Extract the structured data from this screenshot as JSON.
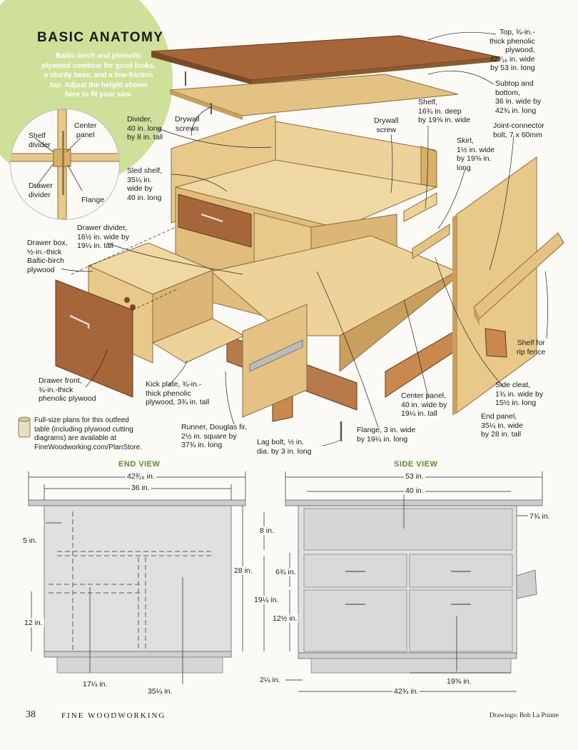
{
  "header": {
    "title": "BASIC ANATOMY",
    "intro": "Baltic-birch and phenolic plywood combine for good looks, a sturdy base, and a low-friction top. Adjust the height shown here to fit your saw."
  },
  "inset": {
    "shelf_divider": [
      "Shelf",
      "divider"
    ],
    "center_panel": [
      "Center",
      "panel"
    ],
    "drawer_divider": [
      "Drawer",
      "divider"
    ],
    "flange": "Flange"
  },
  "callouts": {
    "top": [
      "Top, ¾-in.-",
      "thick phenolic",
      "plywood,",
      "42³⁄₁₆ in. wide",
      "by 53 in. long"
    ],
    "subtop": [
      "Subtop and",
      "bottom,",
      "36 in. wide by",
      "42¾ in. long"
    ],
    "shelf": [
      "Shelf,",
      "16¾ in. deep",
      "by 19⅝ in. wide"
    ],
    "drywall_screw": [
      "Drywall",
      "screw"
    ],
    "drywall_screws": [
      "Drywall",
      "screws"
    ],
    "divider": [
      "Divider,",
      "40 in. long",
      "by 8 in. tall"
    ],
    "joint_connector": [
      "Joint-connector",
      "bolt, 7 x 60mm"
    ],
    "skirt": [
      "Skirt,",
      "1½ in. wide",
      "by 19⅝ in.",
      "long"
    ],
    "sled_shelf": [
      "Sled shelf,",
      "35¼ in.",
      "wide by",
      "40 in. long"
    ],
    "drawer_divider": [
      "Drawer divider,",
      "16½ in. wide by",
      "19¼ in. tall"
    ],
    "drawer_box": [
      "Drawer box,",
      "½-in.-thick",
      "Baltic-birch",
      "plywood"
    ],
    "shelf_rip_fence": [
      "Shelf for",
      "rip fence"
    ],
    "drawer_front": [
      "Drawer front,",
      "¾-in.-thick",
      "phenolic plywood"
    ],
    "kick_plate": [
      "Kick plate, ¾-in.-",
      "thick phenolic",
      "plywood, 3¾ in. tall"
    ],
    "side_cleat": [
      "Side cleat,",
      "1¾ in. wide by",
      "15½ in. long"
    ],
    "center_panel": [
      "Center panel,",
      "40 in. wide by",
      "19¼ in. tall"
    ],
    "end_panel": [
      "End panel,",
      "35¼ in. wide",
      "by 28 in. tall"
    ],
    "flange": [
      "Flange, 3 in. wide",
      "by 19¼ in. long"
    ],
    "runner": [
      "Runner, Douglas fir,",
      "2½ in. square by",
      "37¾ in. long"
    ],
    "lag_bolt": [
      "Lag bolt, ½ in.",
      "dia. by 3 in. long"
    ]
  },
  "plans_note": [
    "Full-size plans for this outfeed",
    "table (including plywood cutting",
    "diagrams) are available at",
    "FineWoodworking.com/PlanStore."
  ],
  "end_view": {
    "title": "END VIEW",
    "width_top": "42³⁄₁₆ in.",
    "width_case": "36 in.",
    "overhang": "5 in.",
    "height": "28 in.",
    "low": "12 in.",
    "inner": "17¼ in.",
    "panel": "35¼ in."
  },
  "side_view": {
    "title": "SIDE VIEW",
    "top_len": "53 in.",
    "inner_len": "40 in.",
    "overhang": "7¾ in.",
    "h_top": "8 in.",
    "h_mid": "6¾ in.",
    "h_drawer_total": "19¼ in.",
    "h_low": "12½ in.",
    "kick": "2¼ in.",
    "bay": "19⅝ in.",
    "case_len": "42¾ in."
  },
  "footer": {
    "page": "38",
    "magazine": "FINE WOODWORKING",
    "credit": "Drawings: Bob La Pointe"
  },
  "colors": {
    "wood_light": "#e8c98a",
    "wood_mid": "#d9b06a",
    "wood_dark": "#c0904a",
    "phenolic": "#a7663a",
    "green": "#cfe09a",
    "green_title": "#5e8a2a"
  }
}
